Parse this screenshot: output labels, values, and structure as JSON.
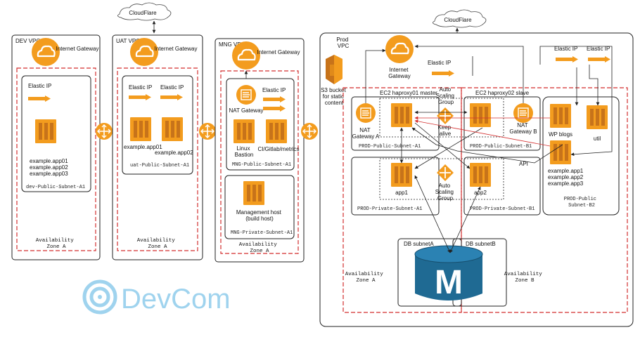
{
  "colors": {
    "aws_orange": "#f39c1e",
    "aws_orange_dark": "#c7731a",
    "az_red": "#d32f2f",
    "db_blue": "#1f6a93",
    "logo_blue": "#9fd3ee",
    "line_dark": "#222222"
  },
  "cloudflare": {
    "label": "CloudFlare"
  },
  "dev": {
    "vpc_label": "DEV VPC",
    "igw_label": "Internet Gateway",
    "eip_label": "Elastic IP",
    "apps": [
      "example.app01",
      "example.app02",
      "example.app03"
    ],
    "subnet": "dev-Public-Subnet-A1",
    "az": "Availability Zone A"
  },
  "uat": {
    "vpc_label": "UAT VPC",
    "igw_label": "Internet Gateway",
    "eip_label_1": "Elastic IP",
    "eip_label_2": "Elastic IP",
    "app_left": "example.app01",
    "app_right": "example.app02",
    "subnet": "uat-Public-Subnet-A1",
    "az": "Availability Zone A"
  },
  "mng": {
    "vpc_label": "MNG VPC",
    "igw_label": "Internet Gateway",
    "nat_label": "NAT Gateway",
    "eip_label": "Elastic IP",
    "bastion_label": "Linux Bastion",
    "ci_label": "CI/Gitlab/metrics",
    "public_subnet": "MNG-Public-Subnet-A1",
    "mgmt_label": "Management host (build host)",
    "private_subnet": "MNG-Private-Subnet-A1",
    "az": "Availability Zone A"
  },
  "prod": {
    "vpc_label": "Prod VPC",
    "s3_label": "S3 bucket for static content",
    "igw_label": "Internet Gateway",
    "eip_center": "Elastic IP",
    "eip_right_1": "Elastic IP",
    "eip_right_2": "Elastic IP",
    "haproxy1": "EC2 haproxy01 master",
    "haproxy2": "EC2 haproxy02 slave",
    "asg_top": "Auto Scaling Group",
    "keepalive": "Keep alive",
    "nat_a": "NAT Gateway A",
    "nat_b": "NAT Gateway B",
    "pub_a1": "PROD-Public-Subnet-A1",
    "pub_b1": "PROD-Public-Subnet-B1",
    "app1": "app1",
    "app2": "app2",
    "asg_bottom": "Auto Scaling Group",
    "priv_a1": "PROD-Private-Subnet-A1",
    "priv_b1": "PROD-Private-Subnet-B1",
    "api": "API",
    "wp": "WP blogs",
    "util": "util",
    "apps": [
      "example.app1",
      "example.app2",
      "example.app3"
    ],
    "pub_b2": "PROD-Public Subnet-B2",
    "db_a": "DB subnetA",
    "db_b": "DB subnetB",
    "db_letter": "M",
    "az_a": "Availability Zone A",
    "az_b": "Availability Zone B"
  },
  "logo": {
    "text": "DevCom"
  }
}
